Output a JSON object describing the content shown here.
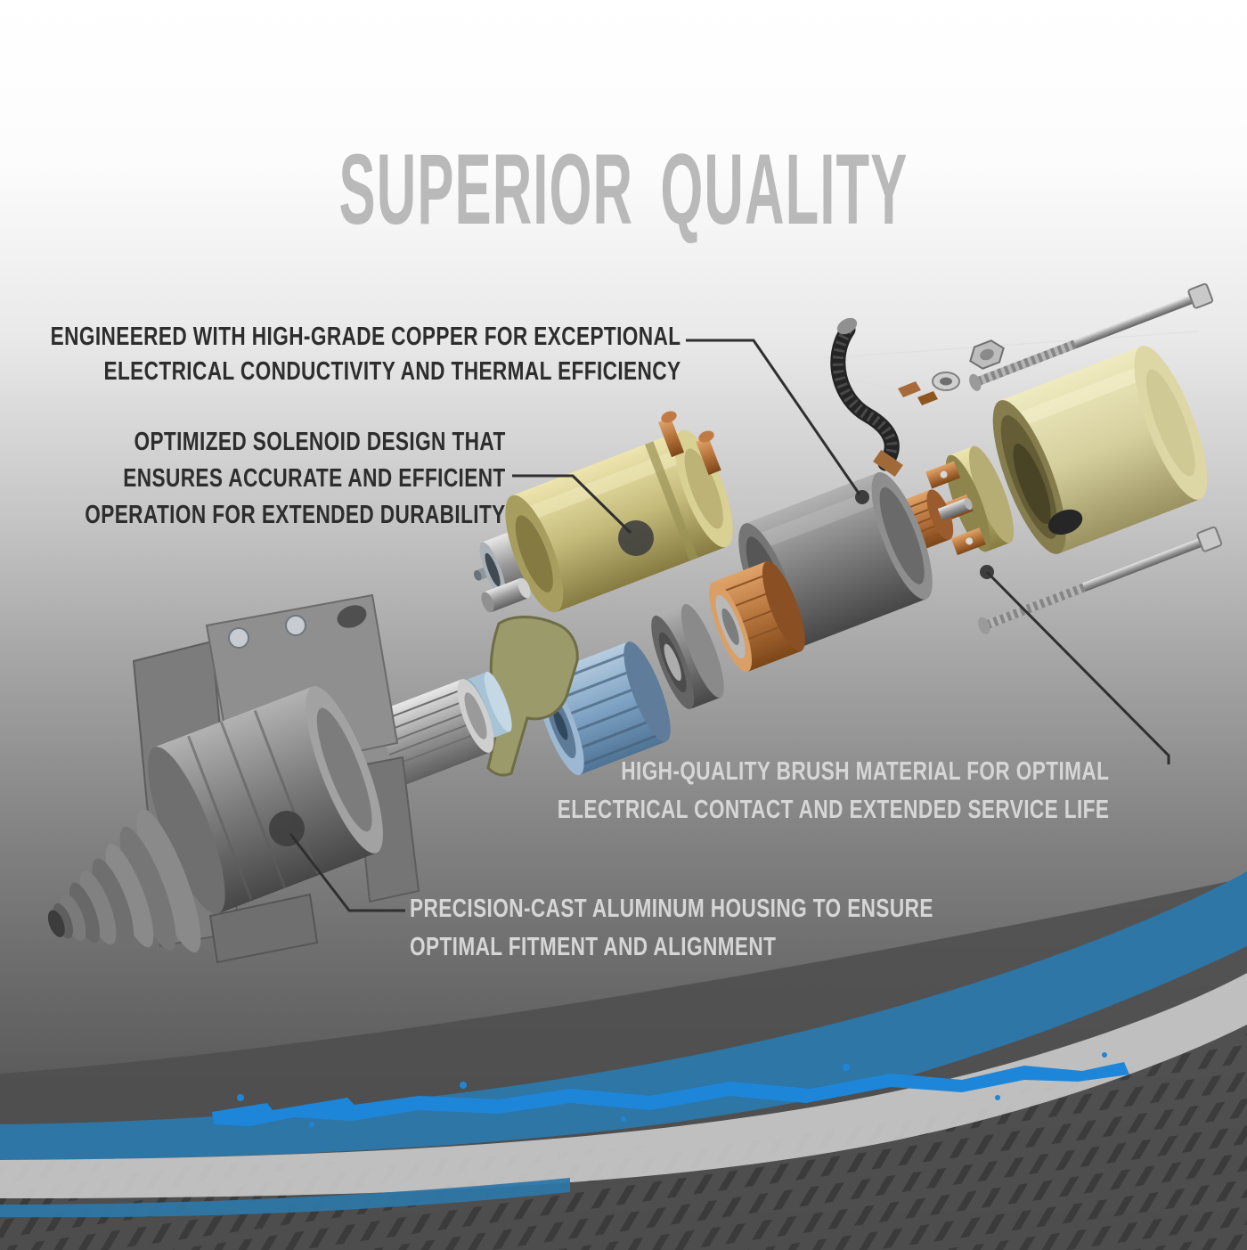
{
  "title": "SUPERIOR QUALITY",
  "callouts": {
    "copper": {
      "lines": [
        "ENGINEERED WITH HIGH-GRADE COPPER FOR EXCEPTIONAL",
        "ELECTRICAL CONDUCTIVITY AND THERMAL EFFICIENCY"
      ]
    },
    "solenoid": {
      "lines": [
        "OPTIMIZED SOLENOID DESIGN THAT",
        "ENSURES ACCURATE AND EFFICIENT",
        "OPERATION FOR EXTENDED DURABILITY"
      ]
    },
    "brush": {
      "lines": [
        "HIGH-QUALITY BRUSH MATERIAL FOR OPTIMAL",
        "ELECTRICAL CONTACT AND EXTENDED SERVICE LIFE"
      ]
    },
    "housing": {
      "lines": [
        "PRECISION-CAST ALUMINUM HOUSING TO ENSURE",
        "OPTIMAL FITMENT AND ALIGNMENT"
      ]
    }
  },
  "colors": {
    "title_gray": "#b9b9b9",
    "dark_text": "#2d2d2d",
    "light_text": "#d6d6d6",
    "accent_blue": "#2e76a6",
    "splash_blue": "#1e86d8"
  },
  "illustration": {
    "subject": "exploded-starter-motor",
    "parts": [
      "aluminum-housing",
      "pinion-gear",
      "bearing-ring",
      "engagement-fork",
      "solenoid",
      "drive-clutch",
      "planetary-gear-case",
      "field-coil",
      "motor-yoke",
      "commutator",
      "brush-assembly",
      "end-cap",
      "through-bolts",
      "field-wire",
      "hex-nut",
      "washer"
    ]
  }
}
